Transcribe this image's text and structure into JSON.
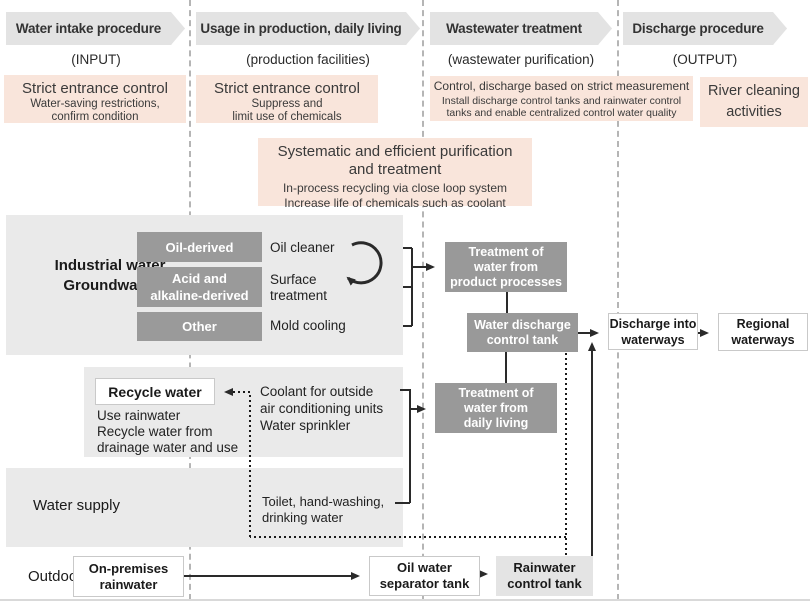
{
  "columns": [
    {
      "header": "Water intake procedure",
      "stage": "(INPUT)",
      "note_title": "Strict entrance control",
      "note_body": "Water-saving restrictions,\nconfirm condition"
    },
    {
      "header": "Usage in production, daily living",
      "stage": "(production facilities)",
      "note_title": "Strict entrance control",
      "note_body": "Suppress and\nlimit use of chemicals"
    },
    {
      "header": "Wastewater treatment",
      "stage": "(wastewater purification)",
      "note_title": "Control, discharge based on strict measurement",
      "note_body": "Install discharge control tanks and rainwater control\ntanks and enable centralized control water quality"
    },
    {
      "header": "Discharge procedure",
      "stage": "(OUTPUT)",
      "note_title": "River cleaning\nactivities"
    }
  ],
  "purification_note": {
    "title": "Systematic and efficient purification\nand treatment",
    "body": "In-process recycling via close loop system\nIncrease life of chemicals such as coolant"
  },
  "sources": {
    "industrial_label": "Industrial water\nGroundwater",
    "chips": [
      {
        "label": "Oil-derived"
      },
      {
        "label": "Acid and\nalkaline-derived"
      },
      {
        "label": "Other"
      }
    ],
    "uses": [
      {
        "label": "Oil cleaner"
      },
      {
        "label": "Surface\ntreatment"
      },
      {
        "label": "Mold cooling"
      }
    ],
    "water_supply_label": "Water supply",
    "outdoor_label": "Outdoor"
  },
  "recycle": {
    "recycle_water": "Recycle water",
    "note": "Use rainwater\nRecycle water from\ndrainage water and use",
    "coolant": "Coolant for outside\nair conditioning units\nWater sprinkler",
    "toilet": "Toilet, hand-washing,\ndrinking water"
  },
  "treatment": {
    "product": "Treatment of\nwater from\nproduct processes",
    "discharge_tank": "Water discharge\ncontrol tank",
    "daily": "Treatment of\nwater from\ndaily living"
  },
  "output": {
    "discharge_waterways": "Discharge into\nwaterways",
    "regional_waterways": "Regional\nwaterways"
  },
  "bottom": {
    "onpremises": "On-premises\nrainwater",
    "oil_separator": "Oil water\nseparator tank",
    "rainwater_tank": "Rainwater\ncontrol tank"
  },
  "colors": {
    "note_pink": "#f9e5db",
    "header_gray": "#e3e3e3",
    "panel_gray": "#eaeaea",
    "process_gray": "#999999",
    "tank_gray": "#e4e4e4",
    "line_dark": "#2a2a2a"
  }
}
